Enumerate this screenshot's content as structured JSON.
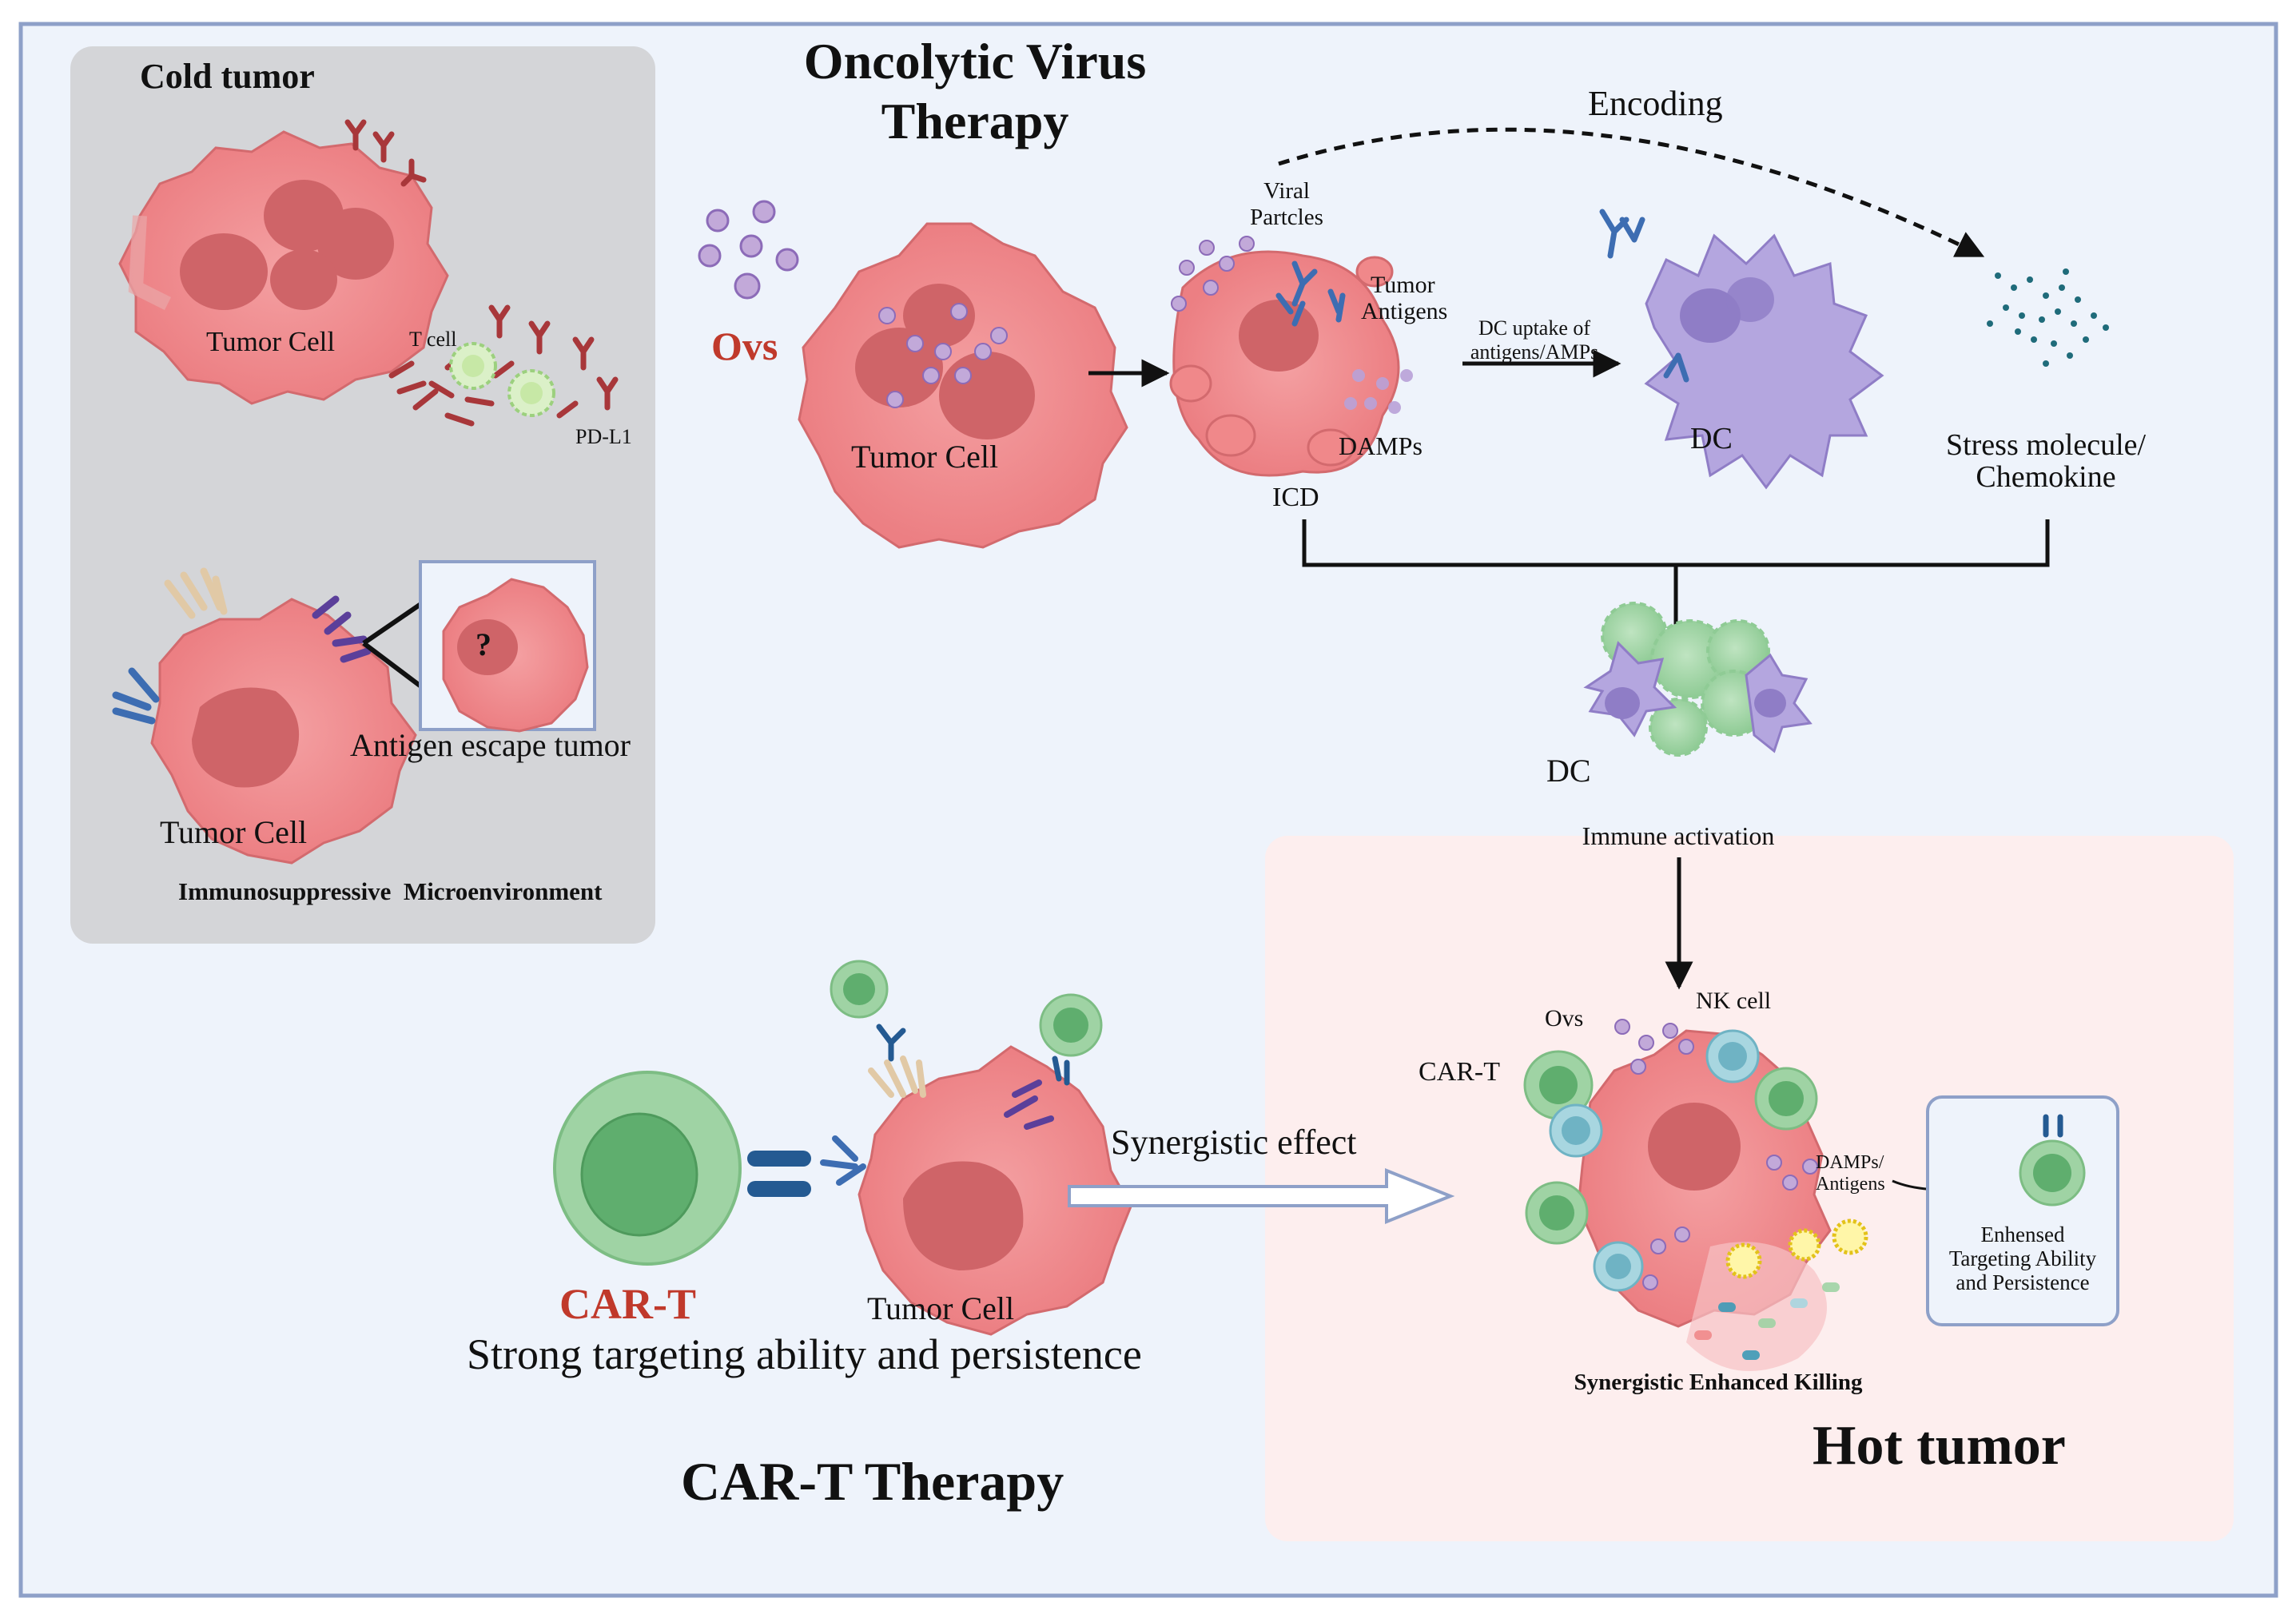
{
  "cold_tumor": {
    "title": "Cold tumor",
    "tumor_cell_top": "Tumor Cell",
    "t_cell": "T cell",
    "pd_l1": "PD-L1",
    "question_mark": "?",
    "antigen_escape": "Antigen escape tumor",
    "tumor_cell_bottom": "Tumor Cell",
    "footer": "Immunosuppressive  Microenvironment"
  },
  "ov_therapy": {
    "title_line1": "Oncolytic Virus",
    "title_line2": "Therapy",
    "ovs": "Ovs",
    "tumor_cell": "Tumor Cell",
    "encoding": "Encoding",
    "viral_particles_line1": "Viral",
    "viral_particles_line2": "Partcles",
    "tumor_antigens_line1": "Tumor",
    "tumor_antigens_line2": "Antigens",
    "damps": "DAMPs",
    "icd": "ICD",
    "dc_uptake_line1": "DC uptake of",
    "dc_uptake_line2": "antigens/AMPs",
    "dc": "DC",
    "stress_line1": "Stress molecule/",
    "stress_line2": "Chemokine",
    "dc_activated": "DC",
    "immune_activation": "Immune activation"
  },
  "car_t": {
    "car_t_label": "CAR-T",
    "strong_targeting": "Strong targeting ability and persistence",
    "tumor_cell": "Tumor Cell",
    "synergistic_effect": "Synergistic effect",
    "title": "CAR-T Therapy"
  },
  "hot_tumor": {
    "ovs": "Ovs",
    "nk_cell": "NK cell",
    "car_t": "CAR-T",
    "damps_line1": "DAMPs/",
    "damps_line2": "Antigens",
    "enhanced_line1": "Enhensed",
    "enhanced_line2": "Targeting Ability",
    "enhanced_line3": "and Persistence",
    "killing": "Synergistic Enhanced Killing",
    "title": "Hot tumor"
  },
  "colors": {
    "background": "#eef3fb",
    "cold_panel": "#d4d5d8",
    "hot_panel": "#fdeeee",
    "tumor": "#f0888a",
    "nucleus": "#cf6468",
    "car_t_cell": "#9fd3a4",
    "dendritic_cell": "#b4a6df",
    "virus": "#c2a9d9",
    "accent_red": "#c0392b"
  }
}
